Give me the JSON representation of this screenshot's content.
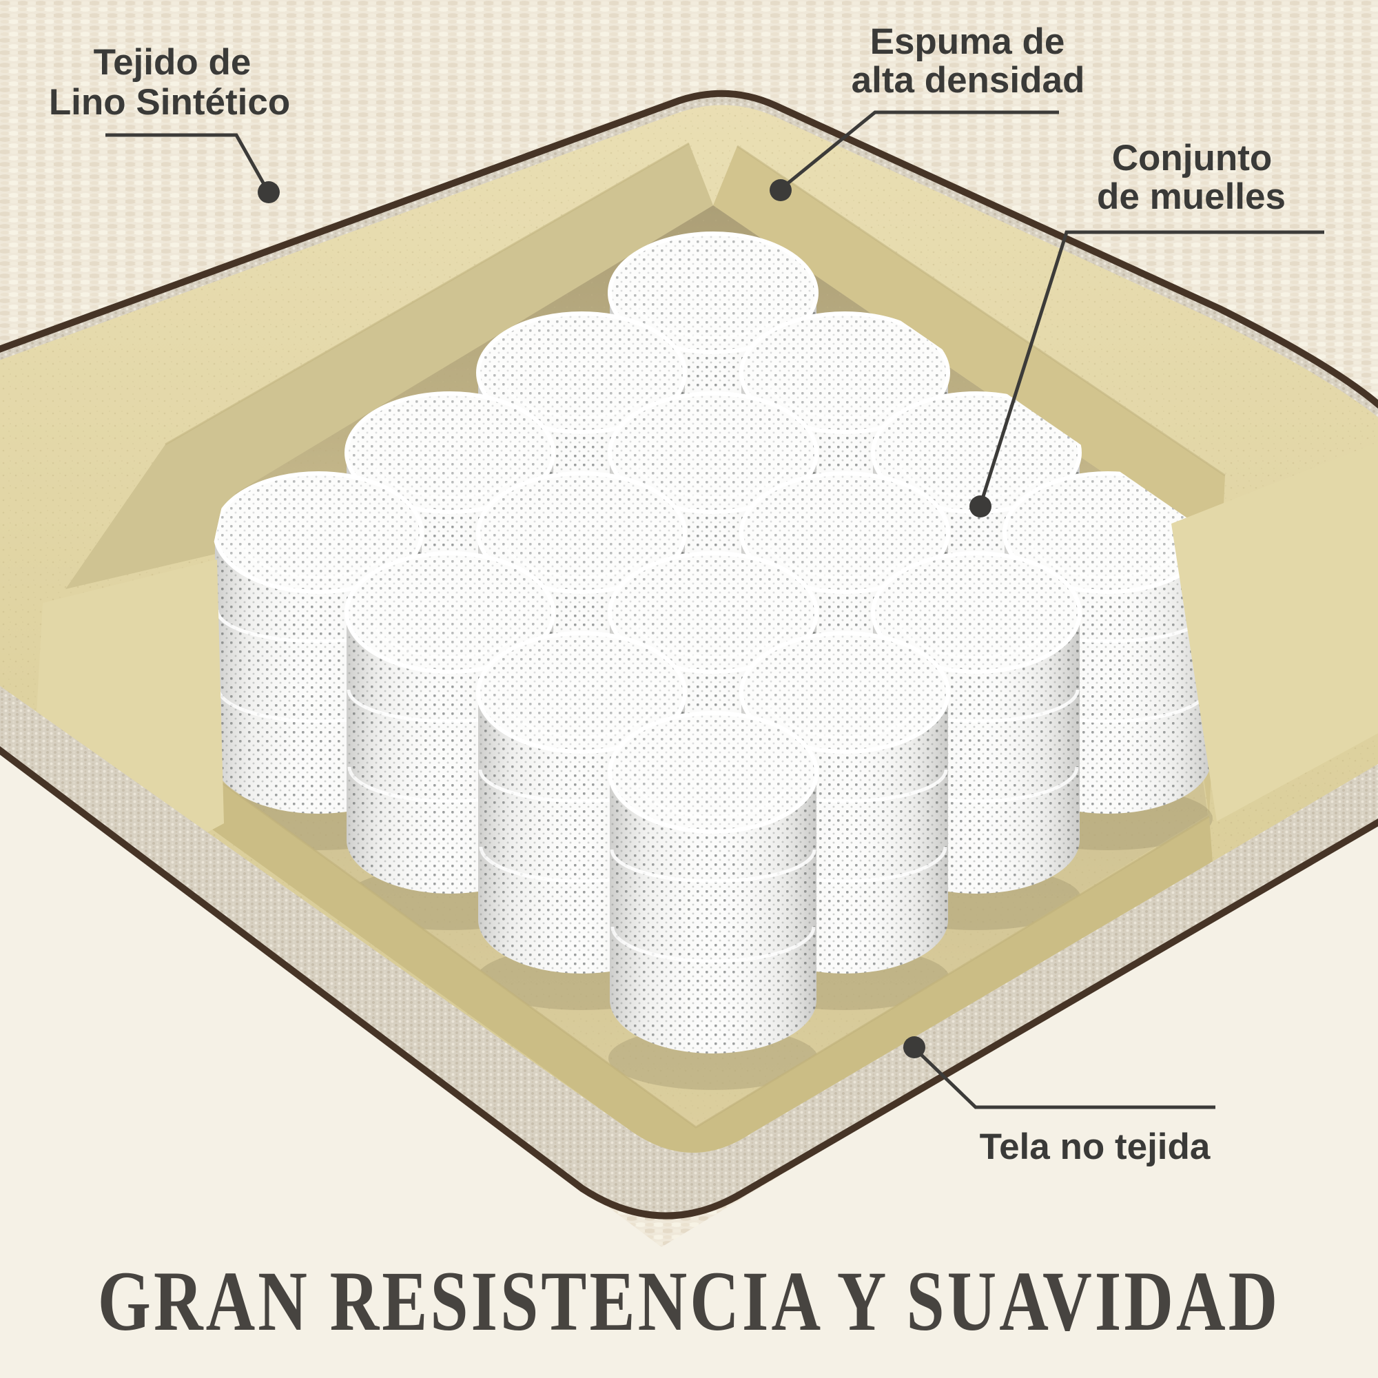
{
  "title": {
    "text": "GRAN RESISTENCIA Y SUAVIDAD"
  },
  "callouts": {
    "fabric_label": {
      "line1": "Tejido de",
      "line2": "Lino Sintético"
    },
    "foam_label": {
      "line1": "Espuma de",
      "line2": "alta densidad"
    },
    "springs_label": {
      "line1": "Conjunto",
      "line2": "de muelles"
    },
    "bottom_fabric_label": {
      "line1": "Tela no tejida"
    }
  },
  "colors": {
    "background_flat": "#f5f1e6",
    "background_fabric": "#efe8d9",
    "foam": "#e0d4a3",
    "foam_shadow": "#cfc28c",
    "spring_white": "#fbfbfa",
    "spring_dot": "#9b9e9e",
    "edge_brown": "#463426",
    "bottom_fabric": "#d8d1c2",
    "label_text": "#3a3a38",
    "callout_line": "#3c3b39",
    "title_text": "#474440"
  }
}
